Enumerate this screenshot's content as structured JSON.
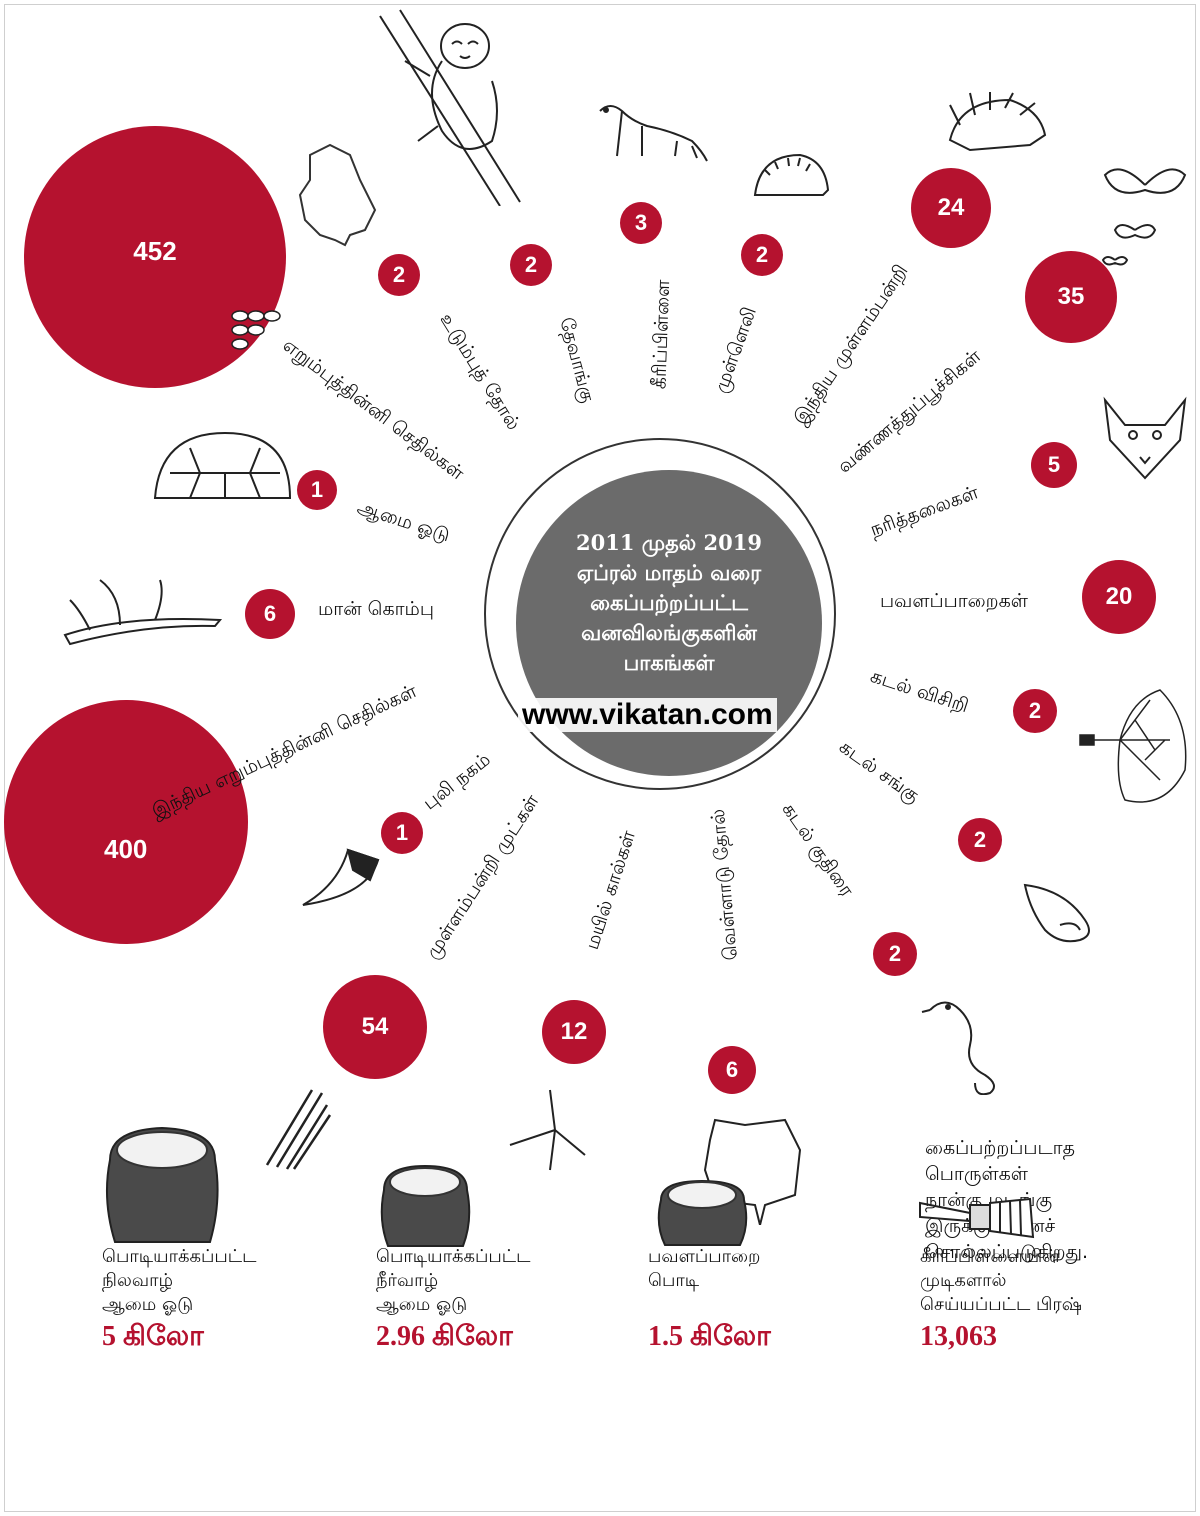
{
  "center": {
    "line1": "2011 முதல் 2019",
    "line2": "ஏப்ரல் மாதம் வரை",
    "line3": "கைப்பற்றப்பட்ட",
    "line4": "வனவிலங்குகளின்",
    "line5": "பாகங்கள்",
    "watermark": "www.vikatan.com"
  },
  "items": [
    {
      "label": "எறும்புத்தின்னி செதில்கள்",
      "value": "452"
    },
    {
      "label": "உடும்புத் தோல்",
      "value": "2"
    },
    {
      "label": "தேவாங்கு",
      "value": "2"
    },
    {
      "label": "கீரிப்பிள்ளை",
      "value": "3"
    },
    {
      "label": "முள்ளெலி",
      "value": "2"
    },
    {
      "label": "இந்திய முள்ளம்பன்றி",
      "value": "24"
    },
    {
      "label": "வண்ணத்துப்பூச்சிகள்",
      "value": "35"
    },
    {
      "label": "நரித்தலைகள்",
      "value": "5"
    },
    {
      "label": "பவளப்பாறைகள்",
      "value": "20"
    },
    {
      "label": "கடல் விசிறி",
      "value": "2"
    },
    {
      "label": "கடல் சங்கு",
      "value": "2"
    },
    {
      "label": "கடல் குதிரை",
      "value": "2"
    },
    {
      "label": "வெள்ளாடு தோல்",
      "value": "6"
    },
    {
      "label": "மயில் கால்கள்",
      "value": "12"
    },
    {
      "label": "முள்ளம்பன்றி முட்கள்",
      "value": "54"
    },
    {
      "label": "புலி நகம்",
      "value": "1"
    },
    {
      "label": "இந்திய எறும்புத்தின்னி செதில்கள்",
      "value": "400"
    },
    {
      "label": "மான் கொம்பு",
      "value": "6"
    },
    {
      "label": "ஆமை ஓடு",
      "value": "1"
    }
  ],
  "note": {
    "line1": "கைப்பற்றப்படாத",
    "line2": "பொருள்கள்",
    "line3": "நான்கு மடங்கு",
    "line4": "இருக்கும் எனச்",
    "line5": "சொல்லப்படுகிறது."
  },
  "bottom": [
    {
      "line1": "பொடியாக்கப்பட்ட",
      "line2": "நிலவாழ்",
      "line3": "ஆமை ஓடு",
      "value": "5  கிலோ"
    },
    {
      "line1": "பொடியாக்கப்பட்ட",
      "line2": "நீர்வாழ்",
      "line3": "ஆமை ஓடு",
      "value": "2.96 கிலோ"
    },
    {
      "line1": "பவளப்பாறை",
      "line2": "பொடி",
      "line3": "",
      "value": "1.5  கிலோ"
    },
    {
      "line1": "கீரிப்பிள்ளையின்",
      "line2": "முடிகளால்",
      "line3": "செய்யப்பட்ட பிரஷ்",
      "value": "13,063"
    }
  ],
  "colors": {
    "accent": "#b5122f",
    "center": "#6b6b6b",
    "sack": "#4a4a4a"
  },
  "icons": [
    "sloth-icon",
    "lizard-skin-icon",
    "mongoose-icon",
    "hedgehog-icon",
    "porcupine-icon",
    "butterfly-icon",
    "fox-head-icon",
    "sea-fan-icon",
    "conch-icon",
    "seahorse-icon",
    "goat-skin-icon",
    "peacock-foot-icon",
    "quills-icon",
    "tiger-claw-icon",
    "antler-icon",
    "turtle-shell-icon",
    "pangolin-scales-icon",
    "sack-icon",
    "brush-icon"
  ]
}
